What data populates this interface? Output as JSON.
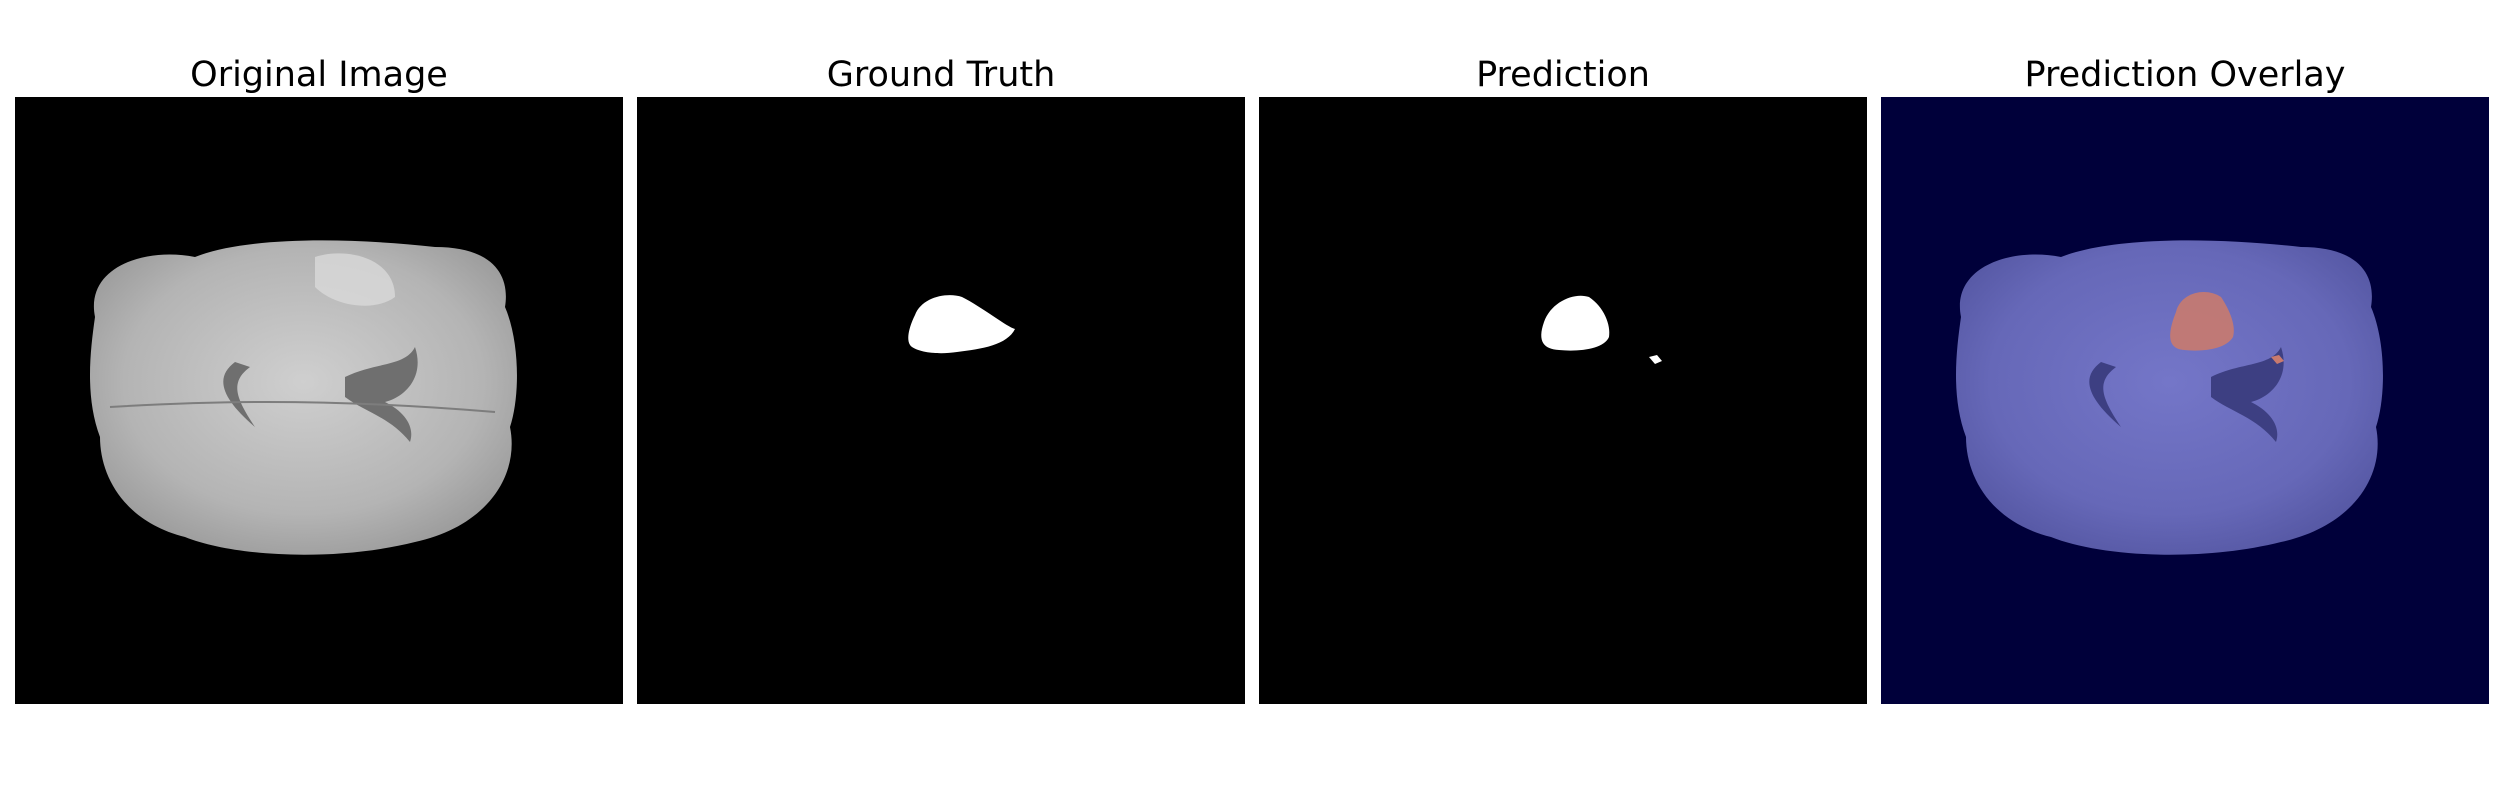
{
  "figure": {
    "panels": [
      {
        "id": "original",
        "title": "Original Image",
        "background": "#000000"
      },
      {
        "id": "ground-truth",
        "title": "Ground Truth",
        "background": "#000000"
      },
      {
        "id": "prediction",
        "title": "Prediction",
        "background": "#000000"
      },
      {
        "id": "overlay",
        "title": "Prediction Overlay",
        "background": "#00003a"
      }
    ],
    "colors": {
      "mask": "#ffffff",
      "brain_gray": "#bdbdbd",
      "overlay_brain": "#6a6cbf",
      "overlay_tumor": "#c97a6e"
    }
  }
}
